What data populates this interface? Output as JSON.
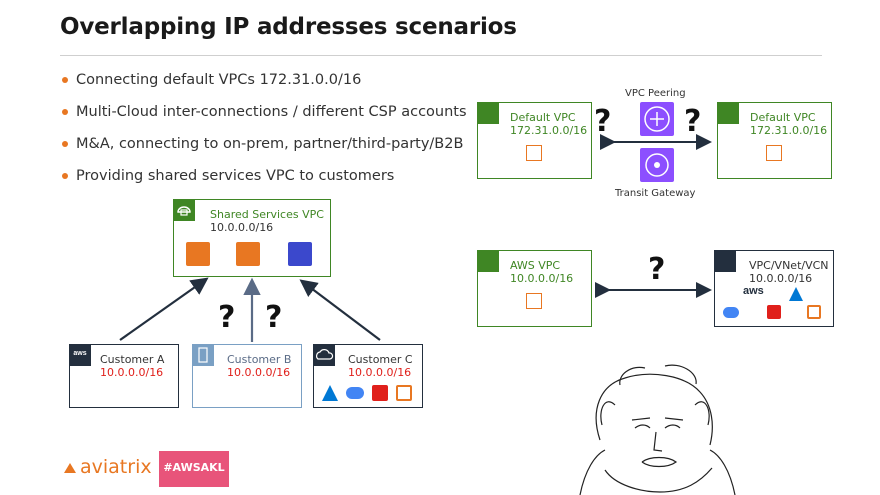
{
  "title": "Overlapping IP addresses scenarios",
  "bullets": [
    "Connecting default VPCs 172.31.0.0/16",
    "Multi-Cloud inter-connections / different CSP accounts",
    "M&A, connecting to on-prem, partner/third-party/B2B",
    "Providing shared services VPC to customers"
  ],
  "shared": {
    "title": "Shared Services VPC",
    "cidr": "10.0.0.0/16"
  },
  "customers": [
    {
      "name": "Customer A",
      "cidr": "10.0.0.0/16",
      "icon": "aws-icon"
    },
    {
      "name": "Customer B",
      "cidr": "10.0.0.0/16",
      "icon": "building-icon"
    },
    {
      "name": "Customer C",
      "cidr": "10.0.0.0/16",
      "icon": "cloud-icon"
    }
  ],
  "question_mark": "?",
  "peering": {
    "label": "VPC Peering",
    "transit_label": "Transit Gateway",
    "left": {
      "title": "Default VPC",
      "cidr": "172.31.0.0/16"
    },
    "right": {
      "title": "Default VPC",
      "cidr": "172.31.0.0/16"
    }
  },
  "multicloud": {
    "left": {
      "title": "AWS VPC",
      "cidr": "10.0.0.0/16"
    },
    "right": {
      "title": "VPC/VNet/VCN",
      "cidr": "10.0.0.0/16",
      "aws_text": "aws"
    }
  },
  "footer": {
    "brand": "aviatrix",
    "tag": "#AWSAKL"
  },
  "colors": {
    "green": "#3f8624",
    "red": "#e0201b",
    "orange": "#e87722",
    "slate": "#232f3e",
    "purple": "#8c4fff"
  }
}
